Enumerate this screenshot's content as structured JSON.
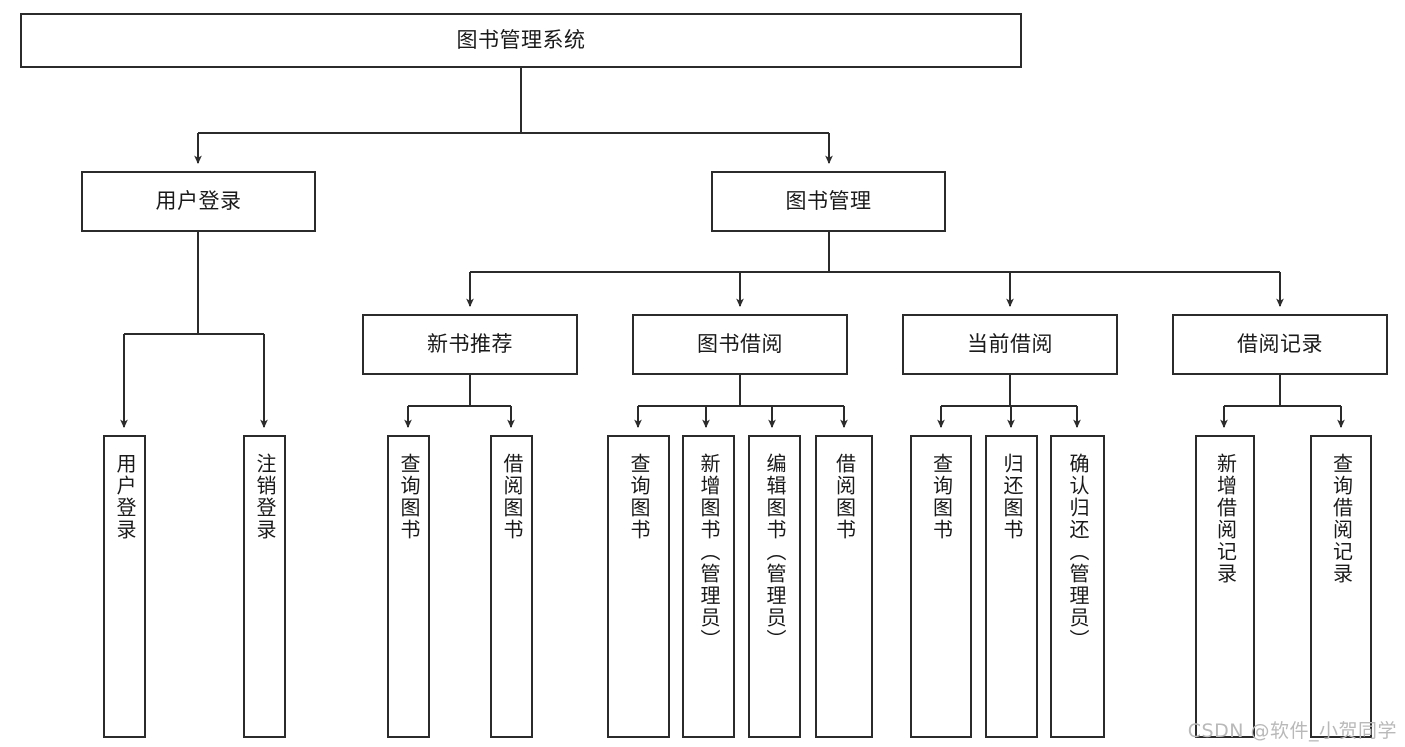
{
  "diagram": {
    "title": "图书管理系统",
    "type": "tree-hierarchy-chart",
    "watermark": "CSDN @软件_小贺同学",
    "root": {
      "label": "图书管理系统"
    },
    "level2": [
      {
        "label": "用户登录"
      },
      {
        "label": "图书管理"
      }
    ],
    "level3": [
      {
        "label": "新书推荐"
      },
      {
        "label": "图书借阅"
      },
      {
        "label": "当前借阅"
      },
      {
        "label": "借阅记录"
      }
    ],
    "leaves": {
      "user_login": [
        {
          "label": "用户登录"
        },
        {
          "label": "注销登录"
        }
      ],
      "new_book": [
        {
          "label": "查询图书"
        },
        {
          "label": "借阅图书"
        }
      ],
      "book_borrow": [
        {
          "label": "查询图书"
        },
        {
          "label": "新增图书（管理员）"
        },
        {
          "label": "编辑图书（管理员）"
        },
        {
          "label": "借阅图书"
        }
      ],
      "current_borrow": [
        {
          "label": "查询图书"
        },
        {
          "label": "归还图书"
        },
        {
          "label": "确认归还（管理员）"
        }
      ],
      "borrow_record": [
        {
          "label": "新增借阅记录"
        },
        {
          "label": "查询借阅记录"
        }
      ]
    },
    "colors": {
      "stroke": "#2b2b2b",
      "fill": "#ffffff",
      "text": "#1a1a1a",
      "watermark": "#b9b9b9"
    }
  }
}
